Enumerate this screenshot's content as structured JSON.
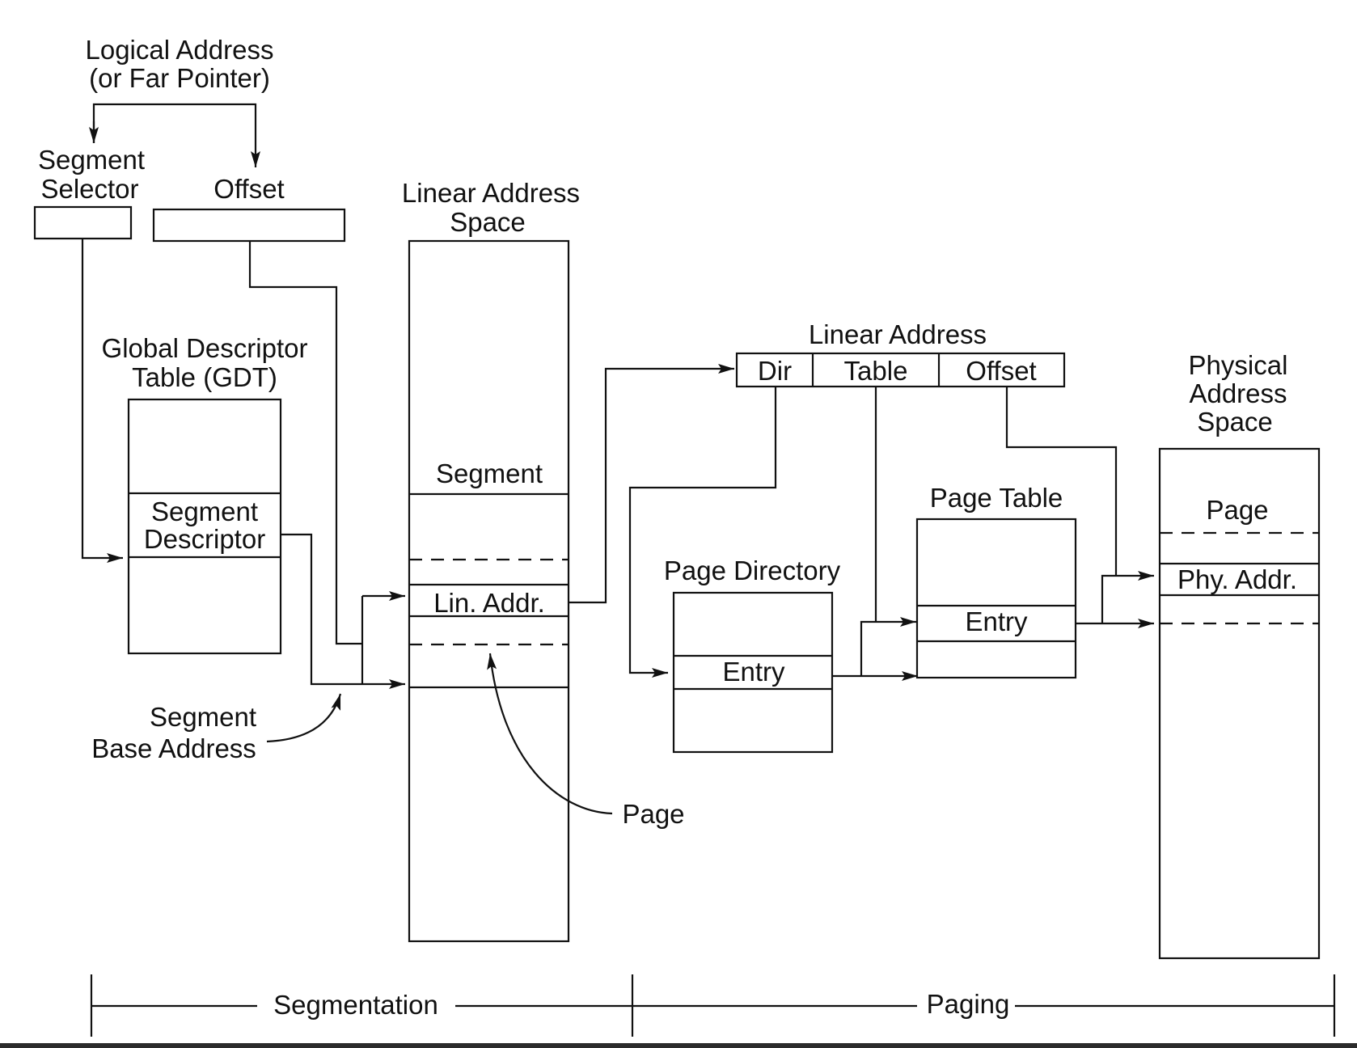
{
  "diagram": {
    "logical_address": [
      "Logical Address",
      "(or Far Pointer)"
    ],
    "segment_selector": [
      "Segment",
      "Selector"
    ],
    "offset_label": "Offset",
    "linear_address_space": [
      "Linear Address",
      "Space"
    ],
    "gdt": [
      "Global Descriptor",
      "Table (GDT)"
    ],
    "segment_descriptor": [
      "Segment",
      "Descriptor"
    ],
    "segment_label": "Segment",
    "lin_addr": "Lin. Addr.",
    "segment_base_address": [
      "Segment",
      "Base Address"
    ],
    "page_callout": "Page",
    "linear_address": "Linear Address",
    "linear_fields": [
      "Dir",
      "Table",
      "Offset"
    ],
    "page_directory": "Page Directory",
    "pd_entry": "Entry",
    "page_table": "Page Table",
    "pt_entry": "Entry",
    "physical_address_space": [
      "Physical",
      "Address",
      "Space"
    ],
    "phys_page": "Page",
    "phy_addr": "Phy. Addr.",
    "segmentation": "Segmentation",
    "paging": "Paging"
  }
}
